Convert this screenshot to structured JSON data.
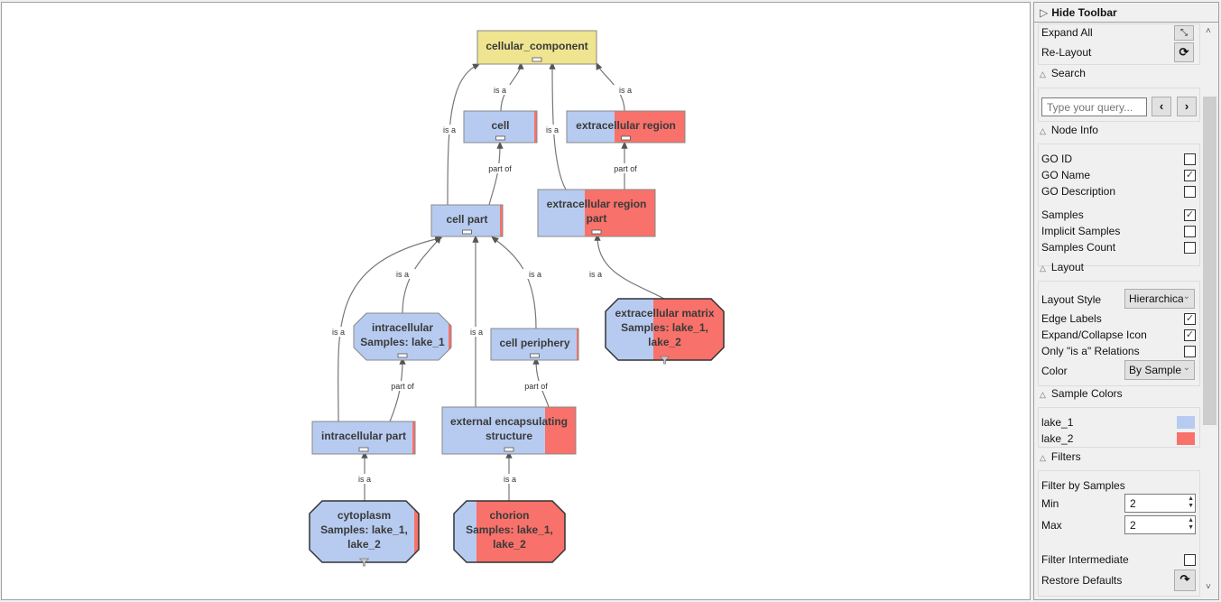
{
  "graph": {
    "nodes": [
      {
        "label": "cellular_component",
        "samples": ""
      },
      {
        "label": "cell",
        "samples": ""
      },
      {
        "label": "extracellular region",
        "samples": ""
      },
      {
        "label": "cell part",
        "samples": ""
      },
      {
        "label": "extracellular region part",
        "samples": ""
      },
      {
        "label": "intracellular",
        "samples": "Samples: lake_1"
      },
      {
        "label": "cell periphery",
        "samples": ""
      },
      {
        "label": "extracellular matrix",
        "samples": "Samples: lake_1, lake_2"
      },
      {
        "label": "intracellular part",
        "samples": ""
      },
      {
        "label": "external encapsulating structure",
        "samples": ""
      },
      {
        "label": "cytoplasm",
        "samples": "Samples: lake_1, lake_2"
      },
      {
        "label": "chorion",
        "samples": "Samples: lake_1, lake_2"
      }
    ],
    "edges": [
      {
        "from": "cell",
        "to": "cellular_component",
        "label": "is a"
      },
      {
        "from": "extracellular region",
        "to": "cellular_component",
        "label": "is a"
      },
      {
        "from": "cell part",
        "to": "cellular_component",
        "label": "is a"
      },
      {
        "from": "extracellular region part",
        "to": "cellular_component",
        "label": "is a"
      },
      {
        "from": "cell part",
        "to": "cell",
        "label": "part of"
      },
      {
        "from": "extracellular region part",
        "to": "extracellular region",
        "label": "part of"
      },
      {
        "from": "intracellular",
        "to": "cell part",
        "label": "is a"
      },
      {
        "from": "cell periphery",
        "to": "cell part",
        "label": "is a"
      },
      {
        "from": "intracellular part",
        "to": "cell part",
        "label": "is a"
      },
      {
        "from": "external encapsulating structure",
        "to": "cell part",
        "label": "is a"
      },
      {
        "from": "extracellular matrix",
        "to": "extracellular region part",
        "label": "is a"
      },
      {
        "from": "intracellular part",
        "to": "intracellular",
        "label": "part of"
      },
      {
        "from": "external encapsulating structure",
        "to": "cell periphery",
        "label": "part of"
      },
      {
        "from": "cytoplasm",
        "to": "intracellular part",
        "label": "is a"
      },
      {
        "from": "chorion",
        "to": "external encapsulating structure",
        "label": "is a"
      }
    ]
  },
  "colors": {
    "lake_1": "#b7cbf0",
    "lake_2": "#f8716a",
    "root": "#efe48f"
  },
  "toolbar": {
    "hide_label": "Hide Toolbar",
    "expand_all": "Expand All",
    "relayout": "Re-Layout",
    "search": {
      "title": "Search",
      "placeholder": "Type your query...",
      "prev": "‹",
      "next": "›"
    },
    "node_info": {
      "title": "Node Info",
      "items": [
        {
          "label": "GO ID",
          "checked": false
        },
        {
          "label": "GO Name",
          "checked": true
        },
        {
          "label": "GO Description",
          "checked": false
        },
        {
          "label": "Samples",
          "checked": true
        },
        {
          "label": "Implicit Samples",
          "checked": false
        },
        {
          "label": "Samples Count",
          "checked": false
        }
      ]
    },
    "layout": {
      "title": "Layout",
      "style_label": "Layout Style",
      "style_value": "Hierarchical",
      "items": [
        {
          "label": "Edge Labels",
          "checked": true
        },
        {
          "label": "Expand/Collapse Icon",
          "checked": true
        },
        {
          "label": "Only \"is a\" Relations",
          "checked": false
        }
      ],
      "color_label": "Color",
      "color_value": "By Sample"
    },
    "sample_colors": {
      "title": "Sample Colors",
      "items": [
        "lake_1",
        "lake_2"
      ]
    },
    "filters": {
      "title": "Filters",
      "by_samples": "Filter by Samples",
      "min_label": "Min",
      "min_value": "2",
      "max_label": "Max",
      "max_value": "2",
      "intermediate": "Filter Intermediate",
      "intermediate_checked": false,
      "restore": "Restore Defaults"
    }
  }
}
